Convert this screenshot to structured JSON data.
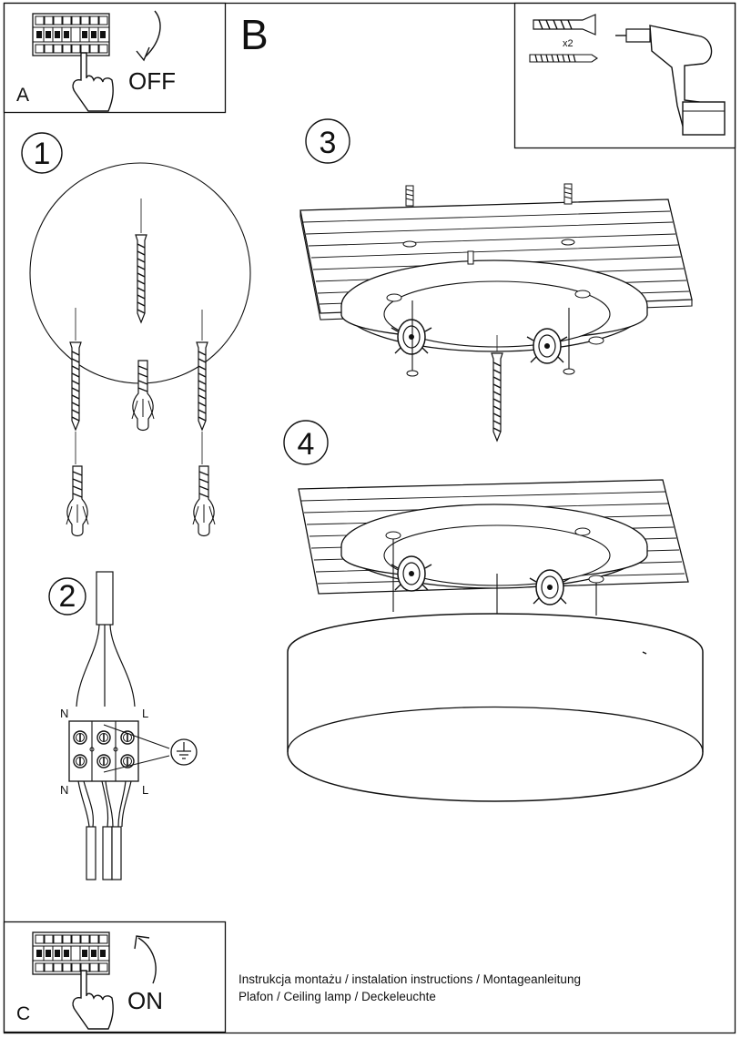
{
  "panels": {
    "a": {
      "letter": "A",
      "state": "OFF"
    },
    "b": {
      "letter": "B",
      "count": "x2"
    },
    "c": {
      "letter": "C",
      "state": "ON"
    }
  },
  "steps": [
    "1",
    "2",
    "3",
    "4"
  ],
  "wiring": {
    "top_left": "N",
    "top_right": "L",
    "bottom_left": "N",
    "bottom_right": "L"
  },
  "footer": {
    "line1": "Instrukcja montażu / instalation instructions / Montageanleitung",
    "line2": "Plafon / Ceiling lamp / Deckeleuchte"
  }
}
